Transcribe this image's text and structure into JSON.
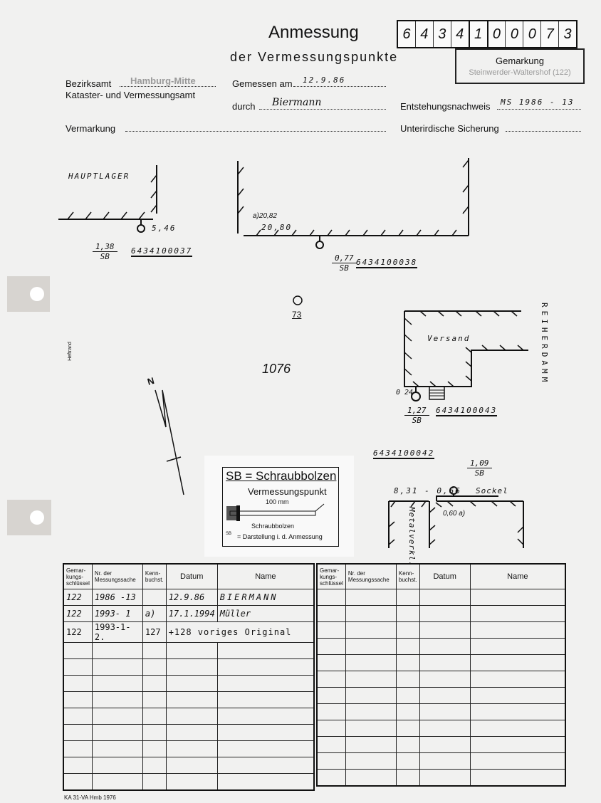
{
  "header": {
    "title": "Anmessung",
    "subtitle": "der Vermessungspunkte",
    "number_digits": [
      "6",
      "4",
      "3",
      "4",
      "1",
      "0",
      "0",
      "0",
      "7",
      "3"
    ],
    "gemarkung_label": "Gemarkung",
    "gemarkung_value": "Steinwerder-Waltershof (122)"
  },
  "fields": {
    "bezirksamt_label": "Bezirksamt",
    "bezirksamt_value": "Hamburg-Mitte",
    "amt_label": "Kataster- und Vermessungsamt",
    "gemessen_label": "Gemessen am",
    "gemessen_value": "12.9.86",
    "durch_label": "durch",
    "durch_value": "Biermann",
    "entstehung_label": "Entstehungsnachweis",
    "entstehung_value": "MS 1986 - 13",
    "vermarkung_label": "Vermarkung",
    "sicherung_label": "Unterirdische Sicherung"
  },
  "sketch": {
    "hauptlager": "HAUPTLAGER",
    "d546": "5,46",
    "f1_num": "1,38",
    "f1_den": "SB",
    "p37": "6434100037",
    "a2082": "a)20,82",
    "d2080": "20,80",
    "f2_num": "0,77",
    "f2_den": "SB",
    "p38": "6434100038",
    "p73": "73",
    "flur": "1076",
    "versand": "Versand",
    "street": "REIHERDAMM",
    "d024": "0 24",
    "f3_num": "1,27",
    "f3_den": "SB",
    "p43": "6434100043",
    "north": "N",
    "p42": "6434100042",
    "f4_num": "1,09",
    "f4_den": "SB",
    "d831": "8,31 - 0,66",
    "sockel": "Sockel",
    "metal": "Metalverkl.",
    "d060": "0,60 a)",
    "heftrand": "Heftrand"
  },
  "legend": {
    "title": "SB = Schraubbolzen",
    "vp": "Vermessungspunkt",
    "mm": "100 mm",
    "bolt": "Schraubbolzen",
    "sym": "SB",
    "desc": "= Darstellung i. d. Anmessung"
  },
  "table": {
    "headers": [
      "Gemar-kungs-schlüssel",
      "Nr. der Messungssache",
      "Kenn-buchst.",
      "Datum",
      "Name"
    ],
    "rows": [
      [
        "122",
        "1986 -13",
        "",
        "12.9.86",
        "BIERMANN"
      ],
      [
        "122",
        "1993- 1",
        "a)",
        "17.1.1994",
        "Müller"
      ],
      [
        "122",
        "1993-1-2.",
        "127",
        "+128 voriges Original",
        ""
      ]
    ]
  },
  "footer": "KA 31-VA Hmb 1976"
}
